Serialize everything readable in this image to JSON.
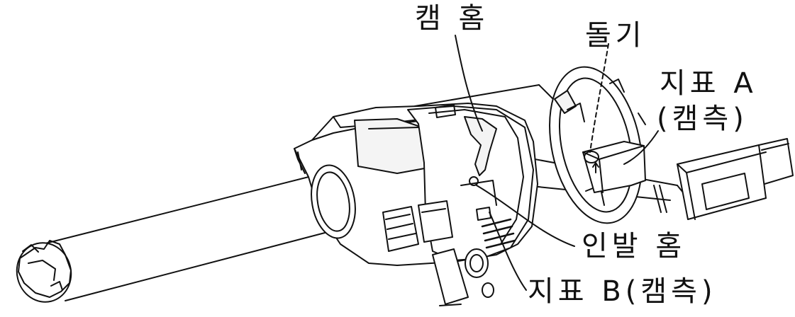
{
  "labels": {
    "cam_groove": "캠 홈",
    "protrusion": "돌기",
    "index_a": "지표 A",
    "index_a_side": "(캠측)",
    "pull_groove": "인발 홈",
    "index_b": "지표 B(캠측)"
  },
  "colors": {
    "line": "#111111",
    "background": "#ffffff",
    "fill_light": "#f4f4f4",
    "fill_dark": "#333333"
  }
}
